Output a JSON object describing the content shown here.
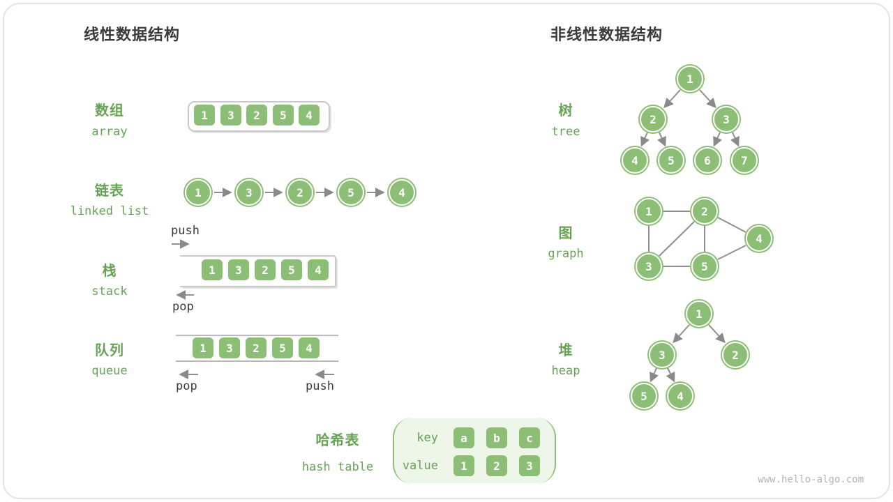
{
  "titles": {
    "linear": "线性数据结构",
    "nonlinear": "非线性数据结构"
  },
  "watermark": "www.hello-algo.com",
  "colors": {
    "node_green": "#8cbe76",
    "label_green": "#67a355",
    "title_ink": "#3b3b3b",
    "arrow_gray": "#8f8f8f",
    "hash_bg": "#eef5e9"
  },
  "array": {
    "label_zh": "数组",
    "label_en": "array",
    "values": [
      "1",
      "3",
      "2",
      "5",
      "4"
    ]
  },
  "linked_list": {
    "label_zh": "链表",
    "label_en": "linked list",
    "values": [
      "1",
      "3",
      "2",
      "5",
      "4"
    ]
  },
  "stack": {
    "label_zh": "栈",
    "label_en": "stack",
    "push_label": "push",
    "pop_label": "pop",
    "values": [
      "1",
      "3",
      "2",
      "5",
      "4"
    ]
  },
  "queue": {
    "label_zh": "队列",
    "label_en": "queue",
    "push_label": "push",
    "pop_label": "pop",
    "values": [
      "1",
      "3",
      "2",
      "5",
      "4"
    ]
  },
  "hash_table": {
    "label_zh": "哈希表",
    "label_en": "hash table",
    "key_label": "key",
    "value_label": "value",
    "keys": [
      "a",
      "b",
      "c"
    ],
    "values": [
      "1",
      "2",
      "3"
    ]
  },
  "tree": {
    "label_zh": "树",
    "label_en": "tree",
    "nodes": [
      "1",
      "2",
      "3",
      "4",
      "5",
      "6",
      "7"
    ]
  },
  "graph": {
    "label_zh": "图",
    "label_en": "graph",
    "nodes": [
      "1",
      "2",
      "3",
      "4",
      "5"
    ]
  },
  "heap": {
    "label_zh": "堆",
    "label_en": "heap",
    "nodes": [
      "1",
      "3",
      "2",
      "5",
      "4"
    ]
  }
}
